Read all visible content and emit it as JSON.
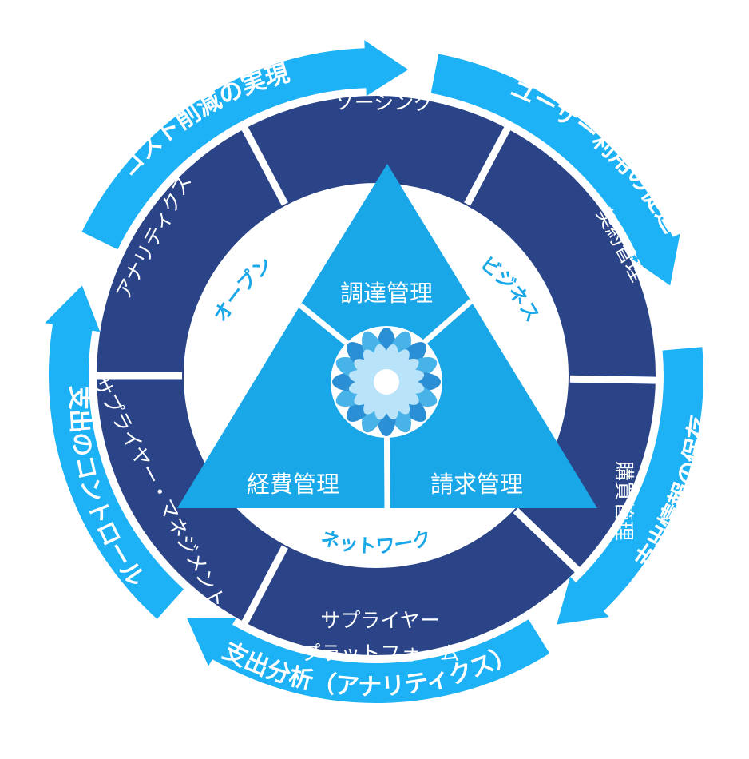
{
  "colors": {
    "outer_arc": "#1db1f5",
    "segment": "#2a4487",
    "triangle": "#1aa7e8",
    "flower_light": "#b9e3f8",
    "flower_mid": "#47b3e8",
    "flower_dark": "#2a8fd4"
  },
  "outer_labels": {
    "top_left": "コスト削減の実現",
    "top_right": "ユーザー利用の促進",
    "right": "支出情報の保存",
    "bottom": "支出分析（アナリティクス）",
    "left": "支出のコントロール"
  },
  "segments": {
    "top": "ソーシング",
    "upper_right": "契約管理",
    "lower_right": "購買管理",
    "bottom_line1": "サプライヤー",
    "bottom_line2": "プラットフォーム",
    "lower_left": "サプライヤー・マネジメント",
    "upper_left": "アナリティクス"
  },
  "triangle": {
    "top": "調達管理",
    "left": "経費管理",
    "right": "請求管理"
  },
  "ring_labels": {
    "left": "オープン",
    "right": "ビジネス",
    "bottom": "ネットワーク"
  },
  "icons": {
    "center": "flower-icon"
  }
}
